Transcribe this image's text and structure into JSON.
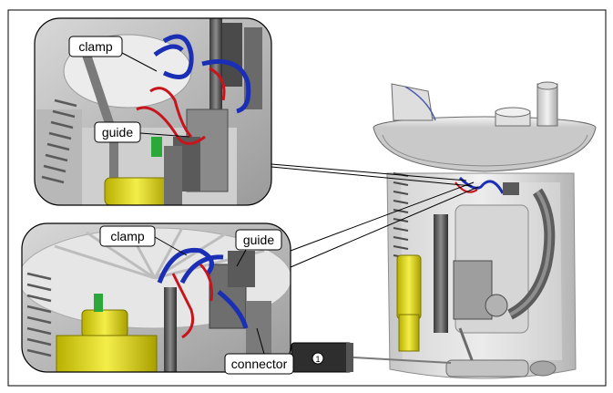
{
  "labels": {
    "clamp_upper": "clamp",
    "guide_upper": "guide",
    "clamp_lower": "clamp",
    "guide_lower": "guide",
    "connector": "connector",
    "connector_mark": "1"
  },
  "colors": {
    "frame": "#000000",
    "wire_blue": "#1b2fb5",
    "wire_red": "#c8141c",
    "connector_yellow": "#e8e02a",
    "bracket_green": "#2aa83a",
    "part_gray": "#8a8a8a",
    "housing_light": "#e9e9e9"
  }
}
